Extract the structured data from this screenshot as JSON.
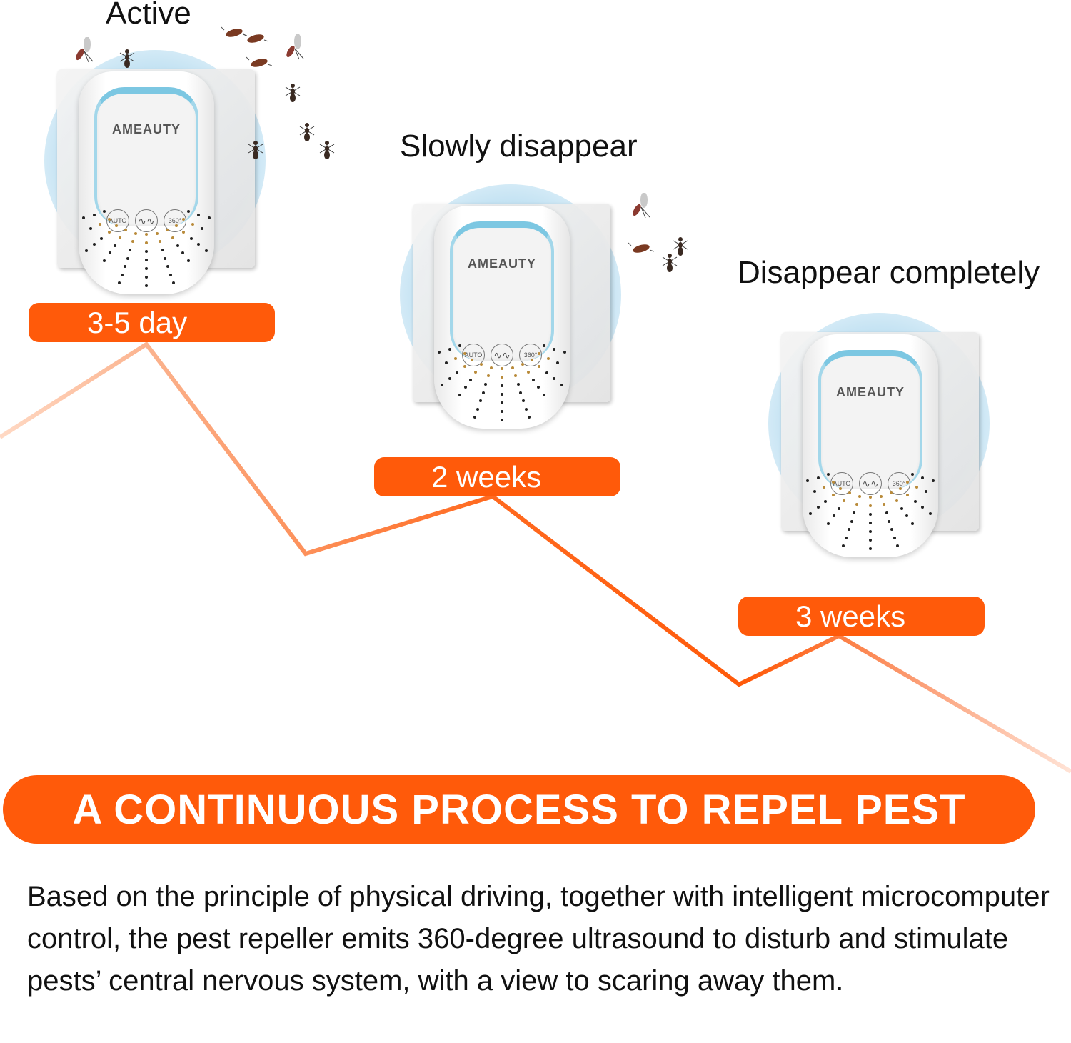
{
  "stages": [
    {
      "title": "Active",
      "duration": "3-5 day",
      "brand": "AMEAUTY"
    },
    {
      "title": "Slowly disappear",
      "duration": "2 weeks",
      "brand": "AMEAUTY"
    },
    {
      "title": "Disappear completely",
      "duration": "3 weeks",
      "brand": "AMEAUTY"
    }
  ],
  "buttons": {
    "auto": "AUTO",
    "wave": "∿∿",
    "degree": "360°"
  },
  "banner": "A CONTINUOUS PROCESS TO REPEL PEST",
  "description": "Based on the principle of physical driving, together with intelligent microcomputer control, the pest repeller emits 360-degree ultrasound to disturb and stimulate pests’ central nervous system, with a view to scaring away them.",
  "colors": {
    "accent": "#ff5a0a",
    "device_blue": "#7cc7e2"
  }
}
